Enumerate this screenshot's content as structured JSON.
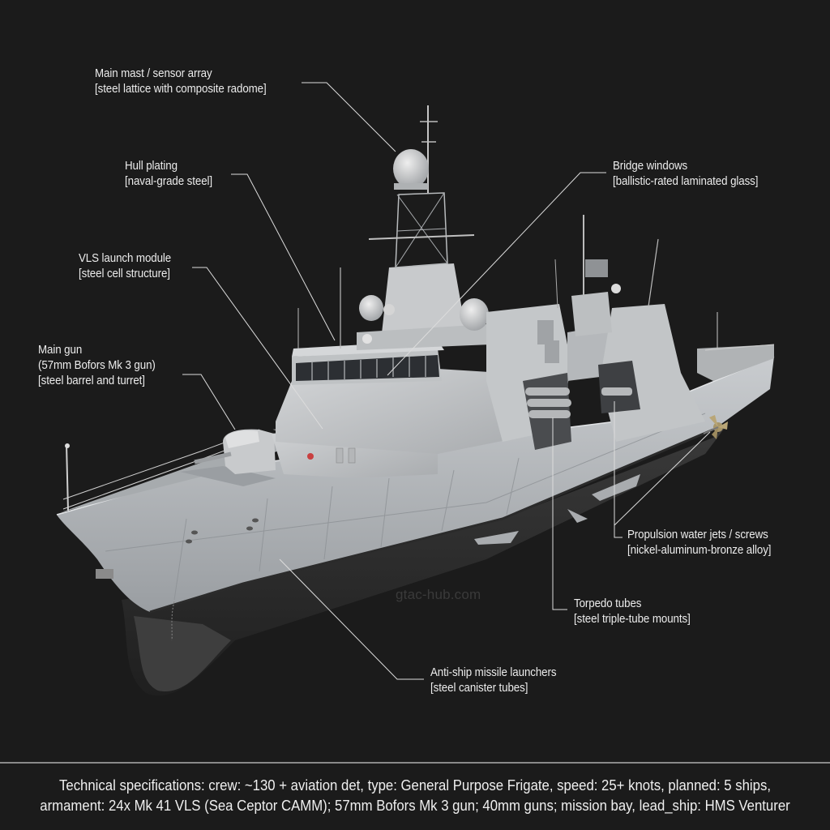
{
  "callouts": [
    {
      "id": "main-mast",
      "title": "Main mast / sensor array",
      "material": "[steel lattice with composite radome]"
    },
    {
      "id": "hull-plating",
      "title": "Hull plating",
      "material": "[naval-grade steel]"
    },
    {
      "id": "vls",
      "title": "VLS launch module",
      "material": "[steel cell structure]"
    },
    {
      "id": "main-gun",
      "title": "Main gun",
      "subtitle": "(57mm Bofors Mk 3 gun)",
      "material": "[steel barrel and turret]"
    },
    {
      "id": "bridge-windows",
      "title": "Bridge windows",
      "material": "[ballistic-rated laminated glass]"
    },
    {
      "id": "propulsion",
      "title": "Propulsion water jets / screws",
      "material": "[nickel-aluminum-bronze alloy]"
    },
    {
      "id": "torpedo-tubes",
      "title": "Torpedo tubes",
      "material": "[steel triple-tube mounts]"
    },
    {
      "id": "anti-ship-missiles",
      "title": "Anti-ship missile launchers",
      "material": "[steel canister tubes]"
    }
  ],
  "watermark": "gtac-hub.com",
  "specs": {
    "line1": "Technical specifications: crew: ~130 + aviation det, type: General Purpose Frigate, speed: 25+ knots, planned: 5 ships,",
    "line2": "armament: 24x Mk 41 VLS (Sea Ceptor CAMM); 57mm Bofors Mk 3 gun; 40mm guns; mission bay, lead_ship: HMS Venturer"
  },
  "colors": {
    "background": "#1b1b1b",
    "hull_light": "#b9bcbf",
    "hull_dark": "#2a2a2a",
    "leader_line": "#dcdcdc",
    "propeller": "#a8966a"
  }
}
